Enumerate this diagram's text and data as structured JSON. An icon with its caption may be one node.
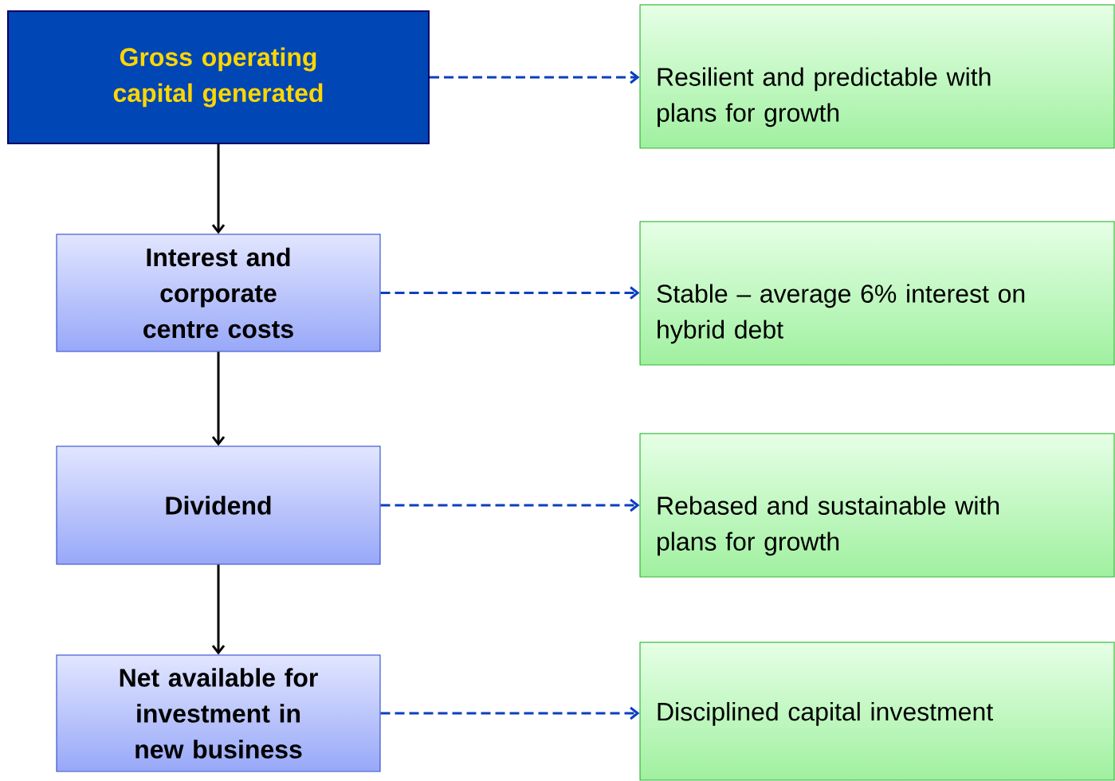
{
  "diagram": {
    "nodes": [
      {
        "text": [
          "Gross operating capital generated"
        ]
      },
      {
        "text": [
          "Interest and corporate centre costs"
        ]
      },
      {
        "text": [
          "Dividend"
        ]
      },
      {
        "text": [
          "Net available for investment in new business"
        ]
      },
      {
        "text": [
          "Resilient and predictable with plans for growth"
        ]
      },
      {
        "text": [
          "Stable – average 6% interest on hybrid debt"
        ]
      },
      {
        "text": [
          "Rebased and sustainable with plans for growth"
        ]
      },
      {
        "text": [
          "Disciplined capital investment"
        ]
      }
    ],
    "edges": [
      {
        "from": 0,
        "to": 1,
        "arrow": "to",
        "color": "#000000"
      },
      {
        "from": 1,
        "to": 2,
        "arrow": "to",
        "color": "#000000"
      },
      {
        "from": 2,
        "to": 3,
        "arrow": "to",
        "color": "#000000"
      },
      {
        "from": 0,
        "to": 4,
        "arrow": "to",
        "style": "dashed",
        "color": "#0a3fbf"
      },
      {
        "from": 1,
        "to": 5,
        "arrow": "to",
        "style": "dashed",
        "color": "#0a3fbf"
      },
      {
        "from": 2,
        "to": 6,
        "arrow": "to",
        "style": "dashed",
        "color": "#0a3fbf"
      },
      {
        "from": 3,
        "to": 7,
        "arrow": "to",
        "style": "dashed",
        "color": "#0a3fbf"
      }
    ]
  }
}
